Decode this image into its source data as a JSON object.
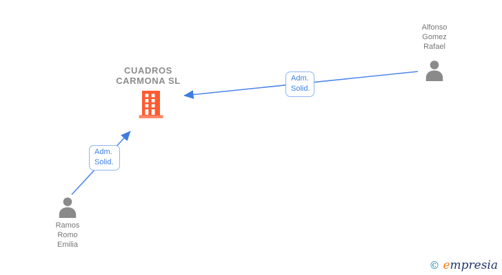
{
  "company": {
    "name_lines": [
      "CUADROS",
      "CARMONA SL"
    ],
    "icon": "building-icon",
    "icon_color": "#ff5a30"
  },
  "persons": [
    {
      "id": "alfonso-gomez-rafael",
      "name_lines": [
        "Alfonso",
        "Gomez",
        "Rafael"
      ],
      "icon": "person-icon"
    },
    {
      "id": "ramos-romo-emilia",
      "name_lines": [
        "Ramos",
        "Romo",
        "Emilia"
      ],
      "icon": "person-icon"
    }
  ],
  "edges": [
    {
      "from": "Alfonso Gomez Rafael",
      "to": "CUADROS CARMONA SL",
      "label_lines": [
        "Adm.",
        "Solid."
      ]
    },
    {
      "from": "Ramos Romo Emilia",
      "to": "CUADROS CARMONA SL",
      "label_lines": [
        "Adm.",
        "Solid."
      ]
    }
  ],
  "watermark": {
    "copyright_symbol": "©",
    "brand_initial": "e",
    "brand_rest": "mpresia"
  },
  "colors": {
    "edge_blue": "#4d86e8",
    "arrowhead_blue": "#3f7de0",
    "label_text_blue": "#3c80e4",
    "label_border_blue": "#8db4f2",
    "person_gray": "#8a8a8a",
    "person_name_gray": "#757575",
    "company_name_gray": "#8c8c8c",
    "building_orange": "#ff5a30",
    "building_base_orange": "#ff8465",
    "logo_orange": "#f07c1f",
    "logo_navy": "#23356d",
    "logo_teal": "#2186a8"
  }
}
